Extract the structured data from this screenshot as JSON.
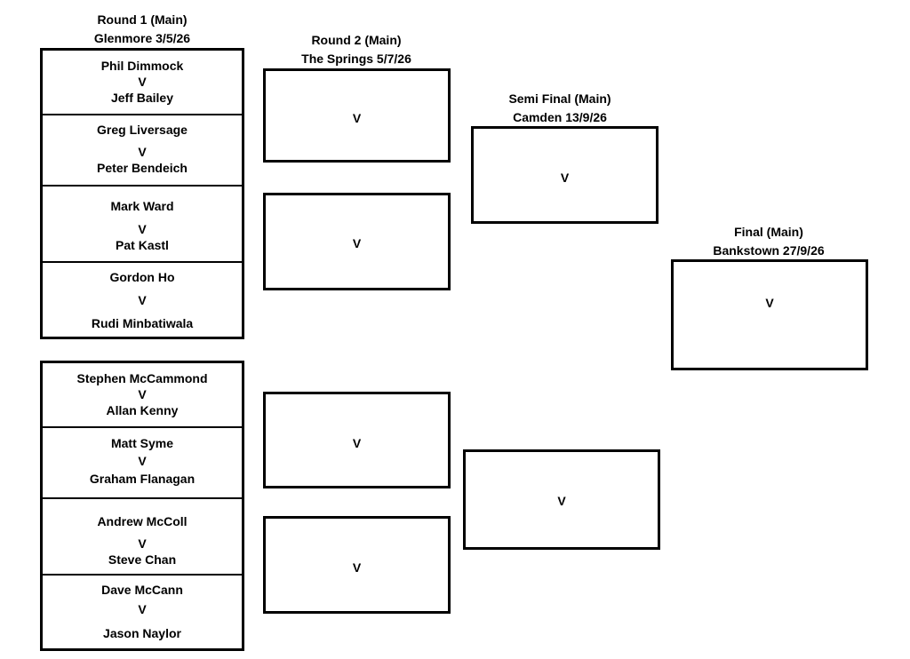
{
  "rounds": {
    "round1": {
      "title": "Round 1 (Main)",
      "venue": "Glenmore 3/5/26"
    },
    "round2": {
      "title": "Round 2 (Main)",
      "venue": "The Springs 5/7/26"
    },
    "semi": {
      "title": "Semi Final (Main)",
      "venue": "Camden 13/9/26"
    },
    "final": {
      "title": "Final (Main)",
      "venue": "Bankstown 27/9/26"
    }
  },
  "vs": "V",
  "round1_matches": [
    {
      "p1": "Phil Dimmock",
      "p2": "Jeff Bailey"
    },
    {
      "p1": "Greg Liversage",
      "p2": "Peter Bendeich"
    },
    {
      "p1": "Mark Ward",
      "p2": "Pat Kastl"
    },
    {
      "p1": "Gordon Ho",
      "p2": "Rudi Minbatiwala"
    },
    {
      "p1": "Stephen McCammond",
      "p2": "Allan Kenny"
    },
    {
      "p1": "Matt Syme",
      "p2": "Graham Flanagan"
    },
    {
      "p1": "Andrew McColl",
      "p2": "Steve Chan"
    },
    {
      "p1": "Dave McCann",
      "p2": "Jason Naylor"
    }
  ]
}
